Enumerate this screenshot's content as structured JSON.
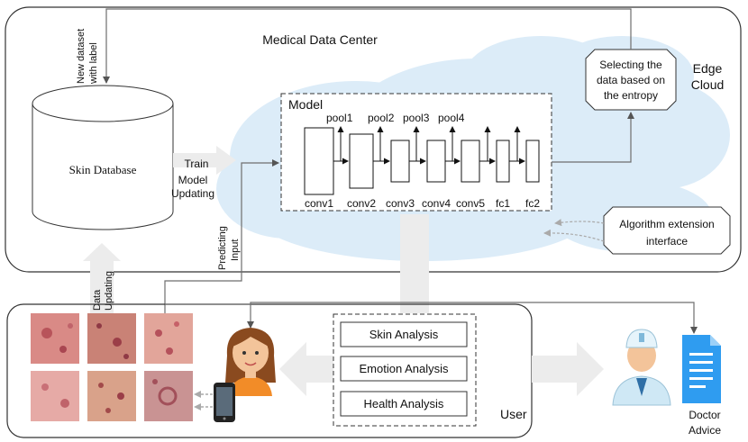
{
  "center_title": "Medical Data Center",
  "edge_cloud": {
    "line1": "Edge",
    "line2": "Cloud"
  },
  "selecting_box": {
    "line1": "Selecting the",
    "line2": "data based on",
    "line3": "the entropy"
  },
  "database": {
    "label": "Skin Database"
  },
  "new_dataset": {
    "line1": "New dataset",
    "line2": "with label"
  },
  "train_label": "Train",
  "model_updating": {
    "line1": "Model",
    "line2": "Updating"
  },
  "predicting_input": {
    "line1": "Predicting",
    "line2": "Input"
  },
  "data_updating": {
    "line1": "Data",
    "line2": "Updating"
  },
  "model": {
    "title": "Model",
    "layers": [
      "conv1",
      "conv2",
      "conv3",
      "conv4",
      "conv5",
      "fc1",
      "fc2"
    ],
    "pools": [
      "pool1",
      "pool2",
      "pool3",
      "pool4"
    ]
  },
  "algorithm_box": {
    "line1": "Algorithm extension",
    "line2": "interface"
  },
  "analysis": [
    "Skin Analysis",
    "Emotion Analysis",
    "Health Analysis"
  ],
  "user_label": "User",
  "doctor_advice": {
    "line1": "Doctor",
    "line2": "Advice"
  },
  "colors": {
    "cloud": "#dcecf8",
    "gray_arrow": "#ececec",
    "line": "#6e6e6e",
    "skin_tone": "#f3c49a",
    "hair": "#8a4a1f",
    "shirt": "#f28c28",
    "doc_blue": "#2f9cf0",
    "doctor_coat": "#cfe8f5"
  },
  "icons": [
    "skin-photo",
    "girl-avatar",
    "smartphone-icon",
    "doctor-icon",
    "document-icon"
  ]
}
